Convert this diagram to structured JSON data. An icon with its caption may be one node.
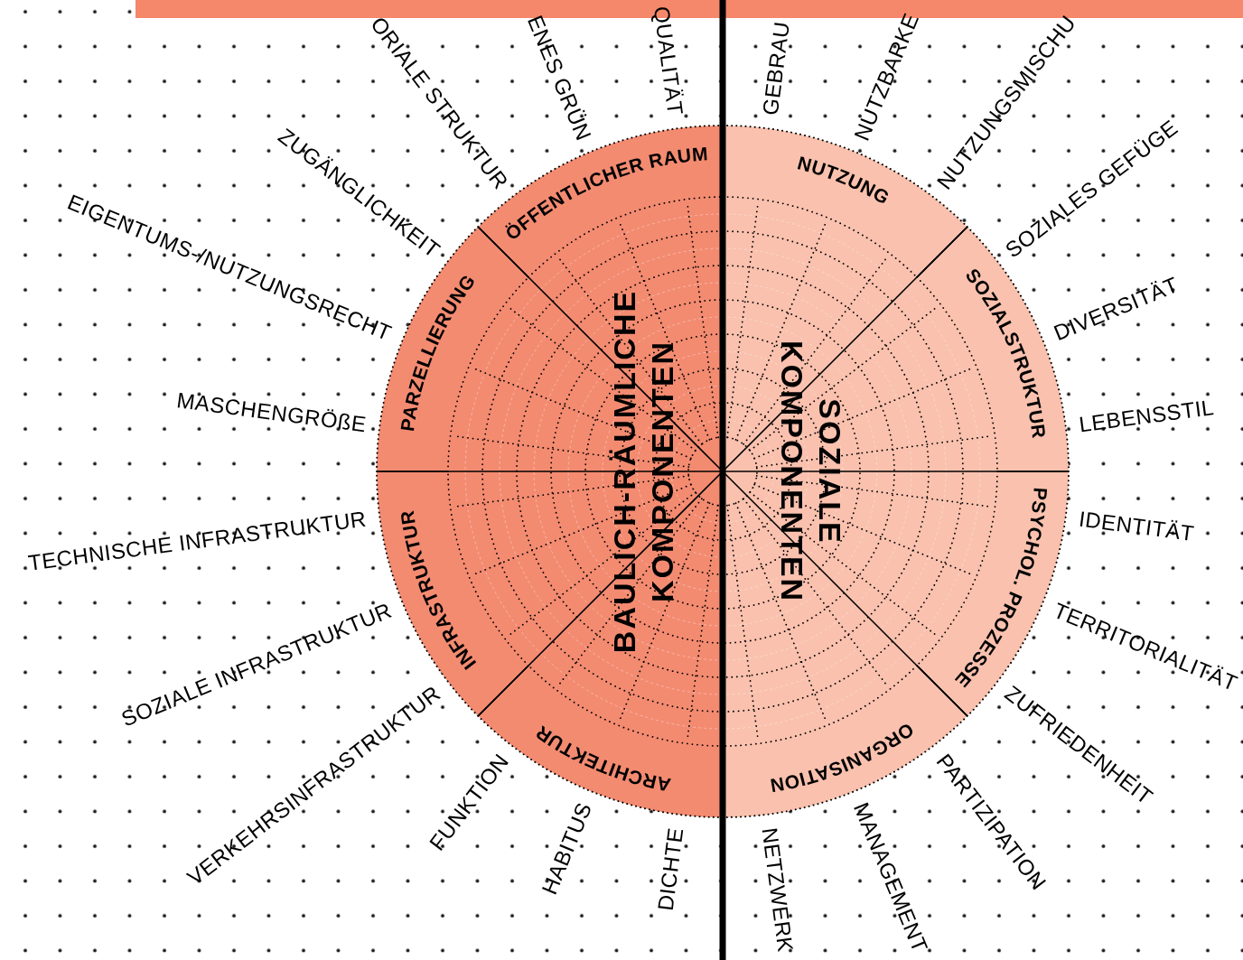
{
  "diagram": {
    "nodes": [
      {
        "text": [
          "BAULICH-RÄUMLICHE KOMPONENTEN"
        ]
      },
      {
        "text": [
          "ÖFFENTLICHER RAUM"
        ],
        "in": 0
      },
      {
        "text": [
          "PARZELLIERUNG"
        ],
        "in": 0
      },
      {
        "text": [
          "INFRASTRUKTUR"
        ],
        "in": 0
      },
      {
        "text": [
          "ARCHITEKTUR"
        ],
        "in": 0
      },
      {
        "text": [
          "SOZIALE KOMPONENTEN"
        ]
      },
      {
        "text": [
          "NUTZUNG"
        ],
        "in": 5
      },
      {
        "text": [
          "SOZIALSTRUKTUR"
        ],
        "in": 5
      },
      {
        "text": [
          "PSYCHOL. PROZESSE"
        ],
        "in": 5
      },
      {
        "text": [
          "ORGANISATION"
        ],
        "in": 5
      }
    ],
    "edges": [],
    "labels": [
      "ORIALE STRUKTUR",
      "ENES GRÜN",
      "QUALITÄT",
      "GEBRAU",
      "NUTZBARKE",
      "NUTZUNGSMISCHU",
      "SOZIALES GEFÜGE",
      "DIVERSITÄT",
      "LEBENSSTIL",
      "IDENTITÄT",
      "TERRITORIALITÄT",
      "ZUFRIEDENHEIT",
      "PARTIZIPATION",
      "MANAGEMENT",
      "NETZWERK",
      "DICHTE",
      "HABITUS",
      "FUNKTION",
      "VERKEHRSINFRASTRUKTUR",
      "SOZIALE INFRASTRUKTUR",
      "TECHNISCHE INFRASTRUKTUR",
      "MASCHENGRÖßE",
      "EIGENTUMS-/NUTZUNGSRECHT",
      "ZUGÄNGLICHKEIT"
    ]
  }
}
